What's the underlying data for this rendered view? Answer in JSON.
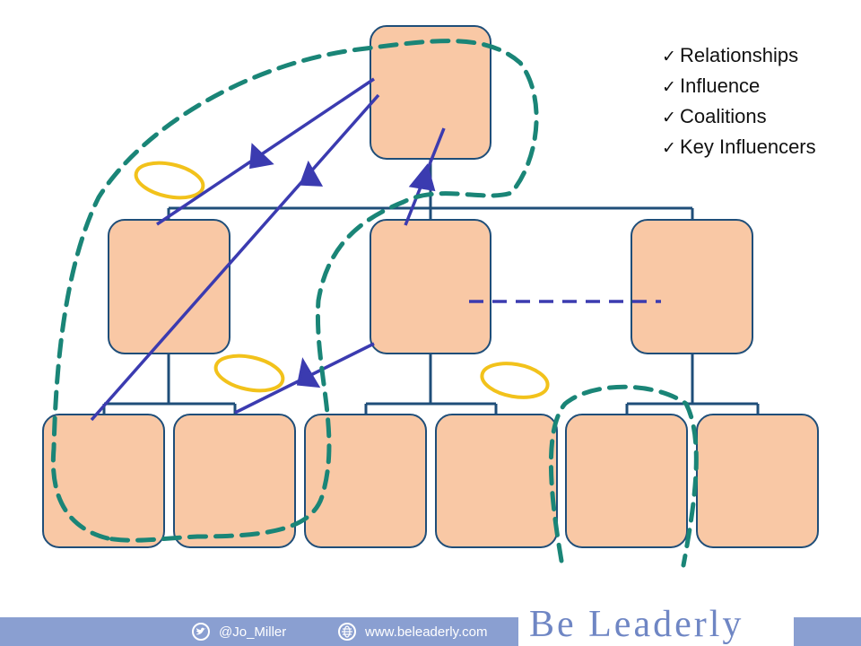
{
  "checklist": [
    {
      "label": "Relationships"
    },
    {
      "label": "Influence"
    },
    {
      "label": "Coalitions"
    },
    {
      "label": "Key Influencers"
    }
  ],
  "footer": {
    "twitter_handle": "@Jo_Miller",
    "website": "www.beleaderly.com",
    "brand": "Be Leaderly"
  },
  "colors": {
    "box_fill": "#f9c8a5",
    "box_stroke": "#1f4e79",
    "connector": "#1f4e79",
    "influence_arrow": "#3b3bb0",
    "dashed_link": "#3b3bb0",
    "coalition_dash": "#1a8577",
    "relationship_ring": "#f2c21b",
    "footer_bar": "#8a9fd1",
    "brand_text": "#6f86c4"
  },
  "icons": [
    "check-icon",
    "twitter-icon",
    "globe-icon"
  ]
}
